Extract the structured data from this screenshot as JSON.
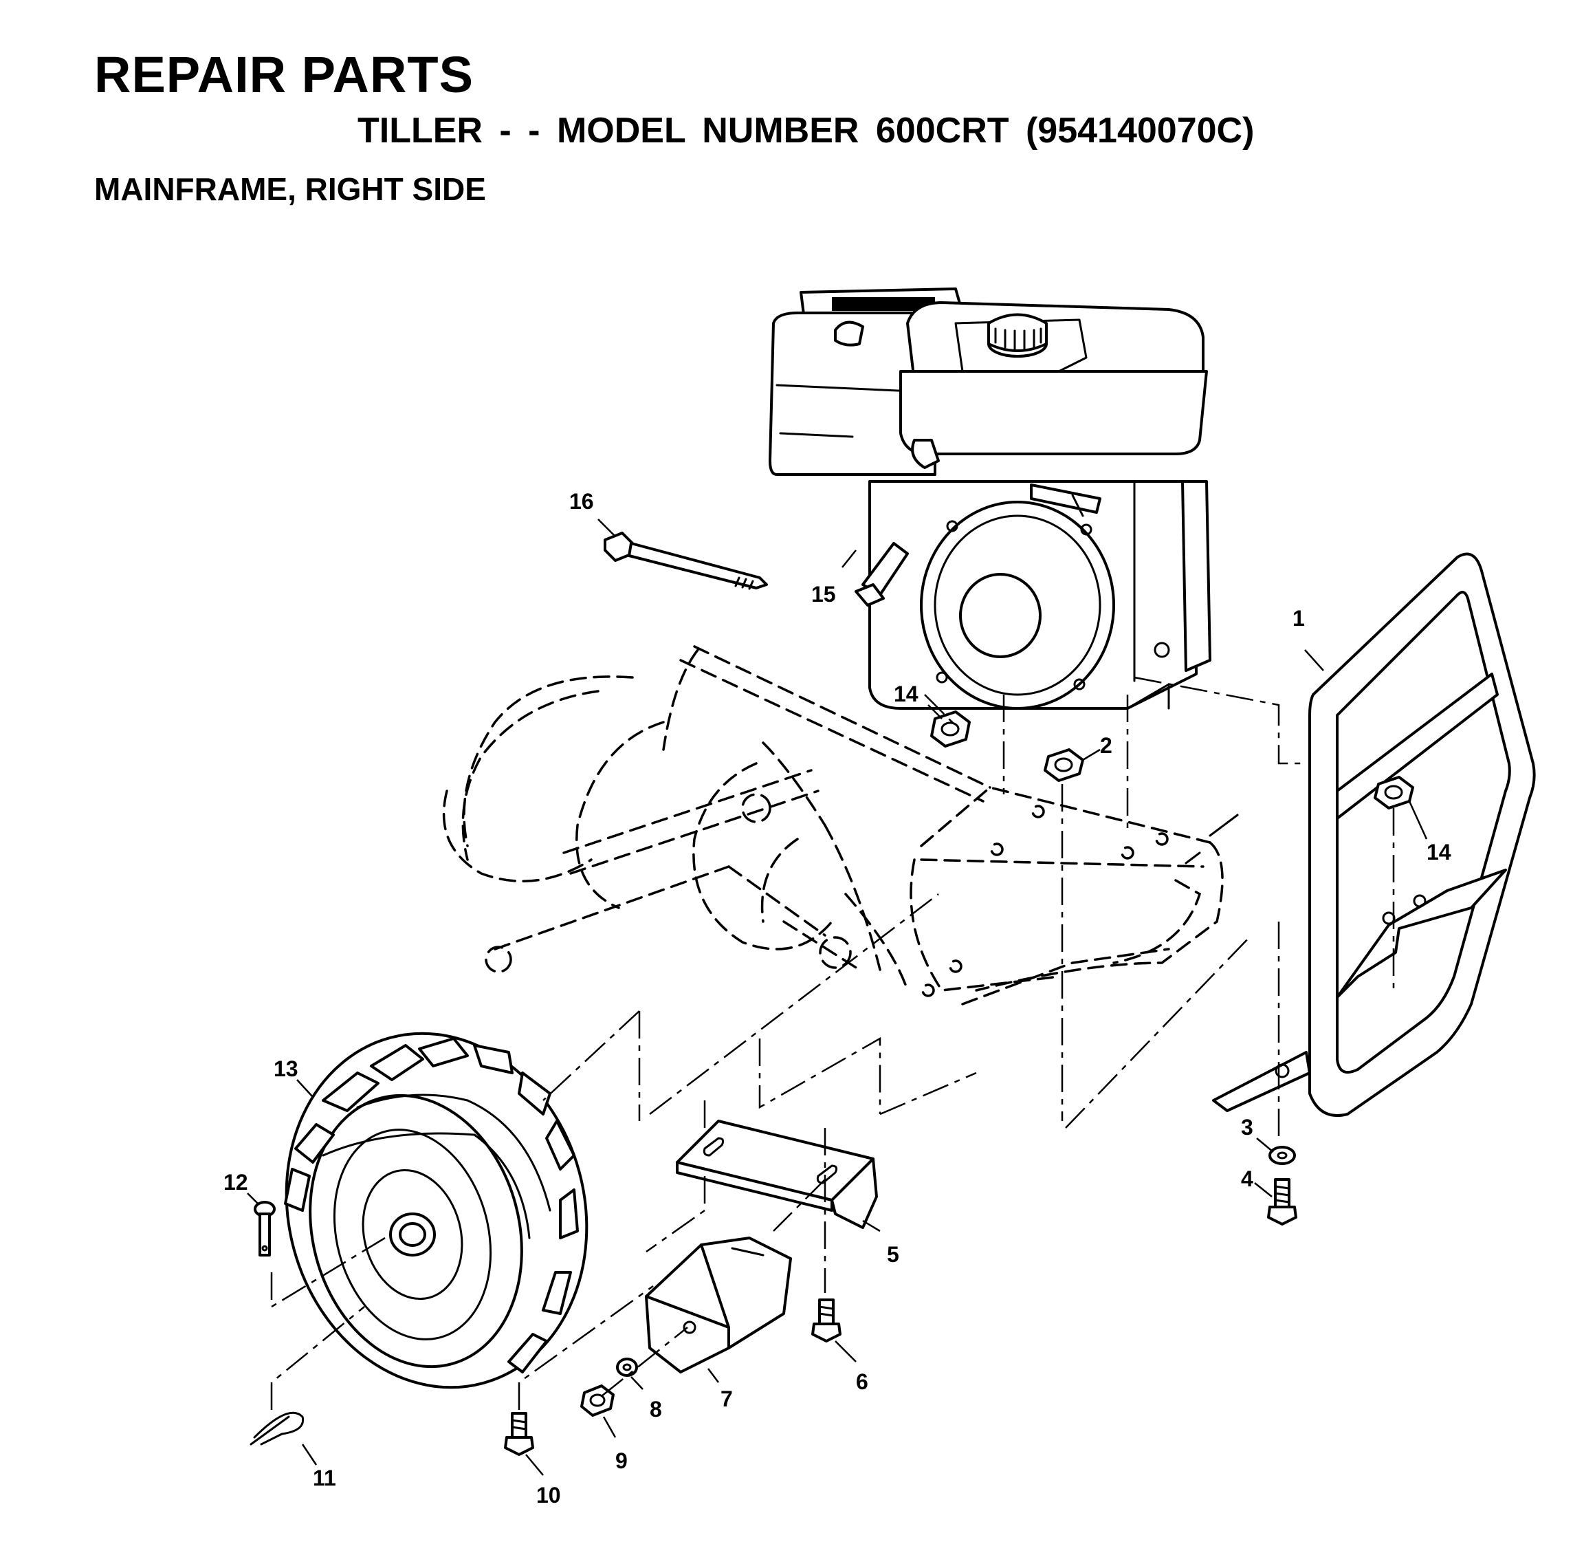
{
  "header": {
    "title": "REPAIR PARTS",
    "subtitle": "TILLER - - MODEL NUMBER 600CRT (954140070C)",
    "section": "MAINFRAME, RIGHT SIDE"
  },
  "callouts": {
    "c1": "1",
    "c2": "2",
    "c3": "3",
    "c4": "4",
    "c5": "5",
    "c6": "6",
    "c7": "7",
    "c8": "8",
    "c9": "9",
    "c10": "10",
    "c11": "11",
    "c12": "12",
    "c13": "13",
    "c14a": "14",
    "c14b": "14",
    "c15": "15",
    "c16": "16"
  }
}
